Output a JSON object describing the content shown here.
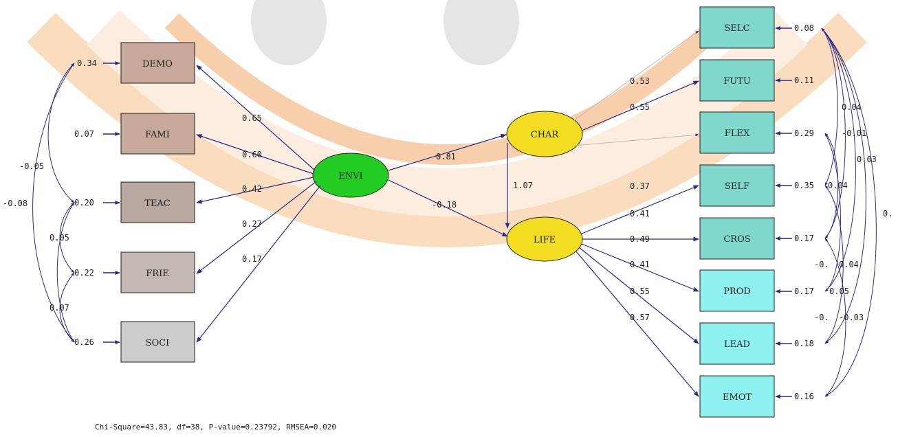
{
  "diagram": {
    "exogenous": [
      {
        "id": "demo",
        "label": "DEMO",
        "error": "0.34",
        "color": "#c8a898"
      },
      {
        "id": "fami",
        "label": "FAMI",
        "error": "0.07",
        "color": "#c8a898"
      },
      {
        "id": "teac",
        "label": "TEAC",
        "error": "0.20",
        "color": "#b8a8a0"
      },
      {
        "id": "frie",
        "label": "FRIE",
        "error": "0.22",
        "color": "#c4b8b4"
      },
      {
        "id": "soci",
        "label": "SOCI",
        "error": "0.26",
        "color": "#cccccc"
      }
    ],
    "latent": [
      {
        "id": "envi",
        "label": "ENVI",
        "color": "#22cc22"
      },
      {
        "id": "char",
        "label": "CHAR",
        "color": "#f2dd22"
      },
      {
        "id": "life",
        "label": "LIFE",
        "color": "#f2dd22"
      }
    ],
    "endogenous": [
      {
        "id": "selc",
        "label": "SELC",
        "error": "0.08"
      },
      {
        "id": "futu",
        "label": "FUTU",
        "error": "0.11"
      },
      {
        "id": "flex",
        "label": "FLEX",
        "error": "0.29"
      },
      {
        "id": "self",
        "label": "SELF",
        "error": "0.35"
      },
      {
        "id": "cros",
        "label": "CROS",
        "error": "0.17"
      },
      {
        "id": "prod",
        "label": "PROD",
        "error": "0.17"
      },
      {
        "id": "lead",
        "label": "LEAD",
        "error": "0.18"
      },
      {
        "id": "emot",
        "label": "EMOT",
        "error": "0.16"
      }
    ],
    "envi_loadings": [
      "0.65",
      "0.60",
      "0.42",
      "0.27",
      "0.17"
    ],
    "structural": {
      "envi_char": "0.81",
      "envi_life": "-0.18",
      "char_life": "1.07"
    },
    "char_loadings": [
      "0.53",
      "0.55",
      "0.37"
    ],
    "life_loadings": [
      "0.41",
      "0.49",
      "0.41",
      "0.55",
      "0.57"
    ],
    "left_covariances": [
      "-0.05",
      "-0.08",
      "0.05",
      "0.07"
    ],
    "right_covariances": [
      "0.04",
      "-0.01",
      "0.03",
      "0.04",
      "-0.",
      "0.04",
      "0.05",
      "-0.",
      "-0.03",
      "0."
    ],
    "footer": "Chi-Square=43.83, df=38, P-value=0.23792, RMSEA=0.020"
  },
  "colors": {
    "arrow": "#2a2a8a",
    "endogenous_fill": "#8ff0f0",
    "endogenous_fill_dark": "#80d8cc",
    "watermark": "#f4b27a"
  }
}
